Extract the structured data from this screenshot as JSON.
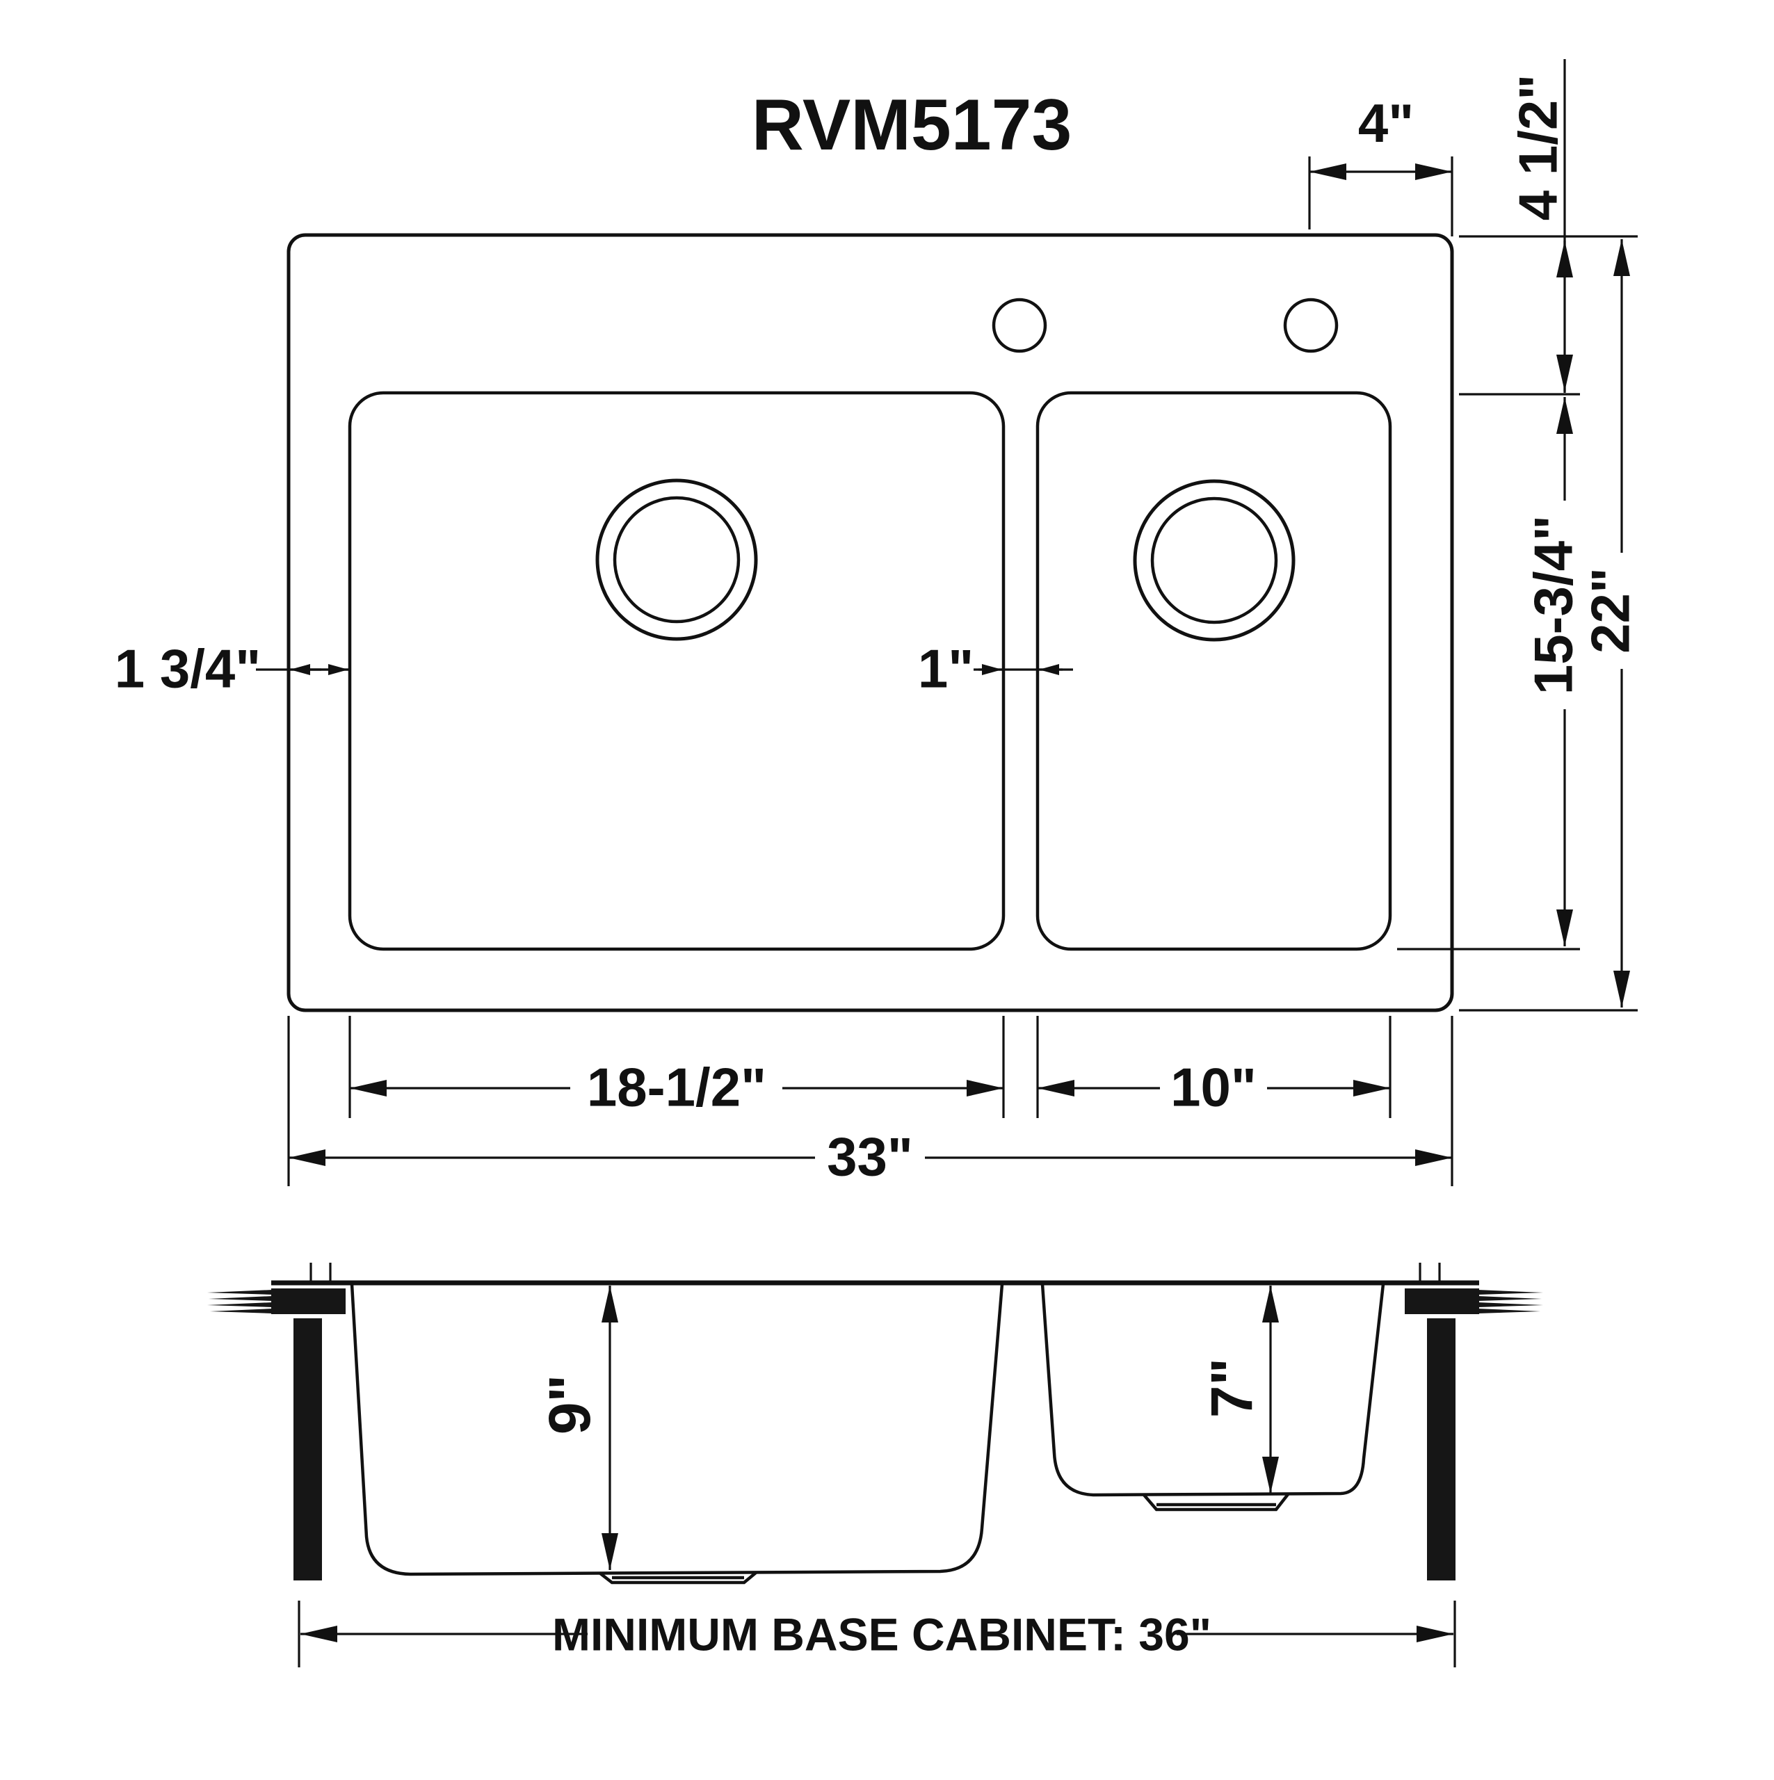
{
  "title": "RVM5173",
  "top_view": {
    "dims": {
      "hole_to_edge": "4\"",
      "deck_front": "4 1/2\"",
      "bowl_front_back": "15-3/4\"",
      "overall_front_back": "22\"",
      "left_rim": "1 3/4\"",
      "divider": "1\"",
      "large_bowl_width": "18-1/2\"",
      "small_bowl_width": "10\"",
      "overall_width": "33\""
    }
  },
  "side_view": {
    "dims": {
      "large_bowl_depth": "9\"",
      "small_bowl_depth": "7\"",
      "base_cabinet": "MINIMUM BASE CABINET: 36\""
    }
  },
  "colors": {
    "line": "#111111",
    "background": "#ffffff"
  }
}
